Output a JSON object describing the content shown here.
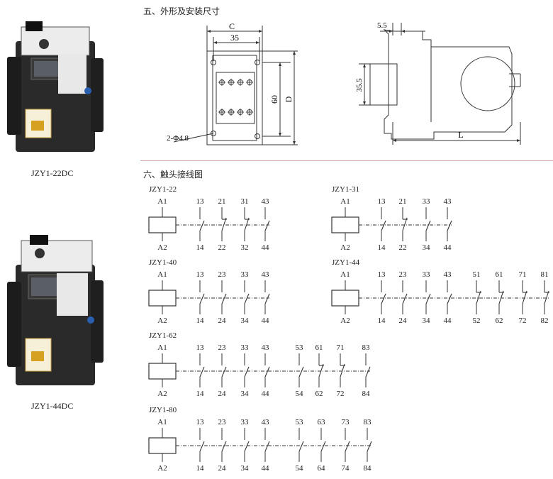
{
  "products": [
    {
      "caption": "JZY1-22DC"
    },
    {
      "caption": "JZY1-44DC"
    }
  ],
  "dimensions": {
    "heading": "五、外形及安装尺寸",
    "front": {
      "label_c": "C",
      "label_35": "35",
      "label_60": "60",
      "label_d": "D",
      "label_hole": "2-Φ4.8"
    },
    "side": {
      "label_55": "5.5",
      "label_355": "35.5",
      "label_l": "L"
    }
  },
  "wiring": {
    "heading": "六、触头接线图",
    "coil_top": "A1",
    "coil_bottom": "A2",
    "diagrams": [
      {
        "model": "JZY1-22",
        "tops": [
          "13",
          "21",
          "31",
          "43"
        ],
        "bottoms": [
          "14",
          "22",
          "32",
          "44"
        ],
        "types": [
          "NO",
          "NC",
          "NC",
          "NO"
        ]
      },
      {
        "model": "JZY1-31",
        "tops": [
          "13",
          "21",
          "33",
          "43"
        ],
        "bottoms": [
          "14",
          "22",
          "34",
          "44"
        ],
        "types": [
          "NO",
          "NC",
          "NO",
          "NO"
        ]
      },
      {
        "model": "JZY1-40",
        "tops": [
          "13",
          "23",
          "33",
          "43"
        ],
        "bottoms": [
          "14",
          "24",
          "34",
          "44"
        ],
        "types": [
          "NO",
          "NO",
          "NO",
          "NO"
        ]
      },
      {
        "model": "JZY1-44",
        "tops": [
          "13",
          "23",
          "33",
          "43",
          "51",
          "61",
          "71",
          "81"
        ],
        "bottoms": [
          "14",
          "24",
          "34",
          "44",
          "52",
          "62",
          "72",
          "82"
        ],
        "types": [
          "NO",
          "NO",
          "NO",
          "NO",
          "NC",
          "NC",
          "NC",
          "NC"
        ]
      },
      {
        "model": "JZY1-62",
        "tops": [
          "13",
          "23",
          "33",
          "43",
          "53",
          "61",
          "71",
          "83"
        ],
        "bottoms": [
          "14",
          "24",
          "34",
          "44",
          "54",
          "62",
          "72",
          "84"
        ],
        "types": [
          "NO",
          "NO",
          "NO",
          "NO",
          "NO",
          "NC",
          "NC",
          "NO"
        ]
      },
      {
        "model": "JZY1-80",
        "tops": [
          "13",
          "23",
          "33",
          "43",
          "53",
          "63",
          "73",
          "83"
        ],
        "bottoms": [
          "14",
          "24",
          "34",
          "44",
          "54",
          "64",
          "74",
          "84"
        ],
        "types": [
          "NO",
          "NO",
          "NO",
          "NO",
          "NO",
          "NO",
          "NO",
          "NO"
        ]
      }
    ]
  }
}
